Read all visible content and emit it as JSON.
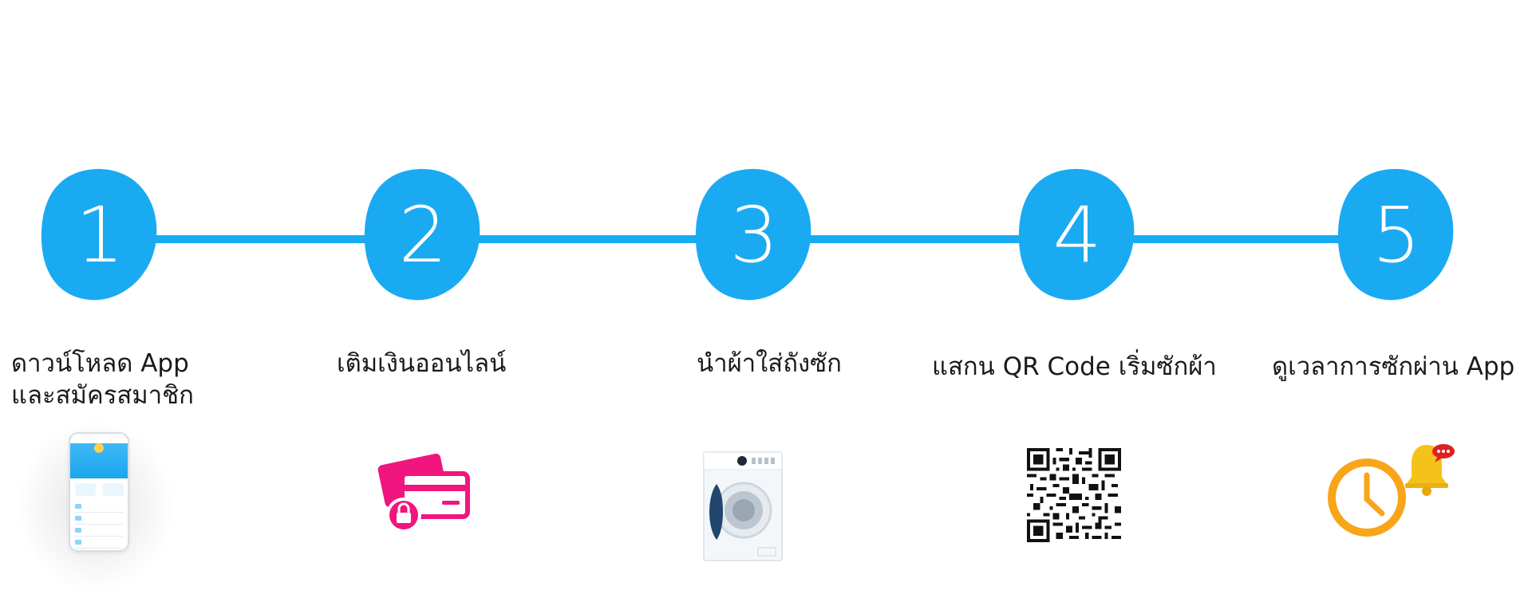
{
  "steps": [
    {
      "number": "1",
      "label_line1": "ดาวน์โหลด App",
      "label_line2": "และสมัครสมาชิก",
      "icon": "phone-app-icon"
    },
    {
      "number": "2",
      "label_line1": "เติมเงินออนไลน์",
      "icon": "credit-card-lock-icon"
    },
    {
      "number": "3",
      "label_line1": "นำผ้าใส่ถังซัก",
      "icon": "washing-machine-icon"
    },
    {
      "number": "4",
      "label_line1": "แสกน QR Code เริ่มซักผ้า",
      "icon": "qr-code-icon"
    },
    {
      "number": "5",
      "label_line1": "ดูเวลาการซักผ่าน App",
      "icon": "clock-bell-icon"
    }
  ],
  "colors": {
    "accent": "#1aaaf2",
    "card": "#f0157f",
    "clock": "#f9a51a",
    "bell": "#f5c21b",
    "bell_badge": "#e02020"
  }
}
